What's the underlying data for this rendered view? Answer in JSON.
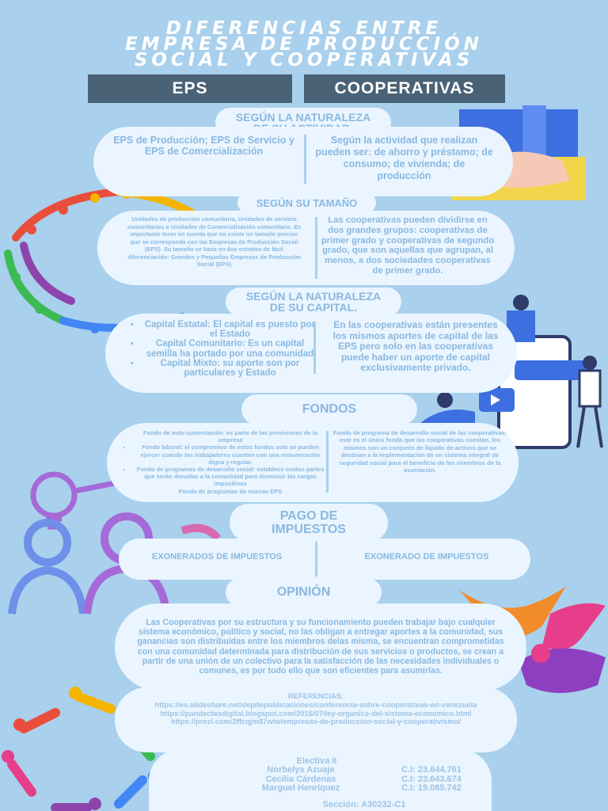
{
  "title": {
    "line1": "DIFERENCIAS ENTRE",
    "line2": "EMPRESA DE PRODUCCIÓN",
    "line3": "SOCIAL Y COOPERATIVAS"
  },
  "headers": {
    "left": "EPS",
    "right": "COOPERATIVAS"
  },
  "sections": {
    "actividad": {
      "label_line1": "SEGÚN LA NATURALEZA",
      "label_line2": "DE SU ACTIVIDAD.",
      "eps": "EPS de Producción; EPS de Servicio y EPS de Comercialización",
      "coop": "Según la actividad que realizan pueden ser: de ahorro y préstamo; de consumo; de vivienda; de producción"
    },
    "tamano": {
      "label": "SEGÚN SU TAMAÑO",
      "eps": "Unidades de producción comunitaria, Unidades de servicio comunitarios o Unidades de Comercialización comunitario. Es importante tener en cuenta que no existe un tamaño preciso que se corresponda con las Empresas de Producción Social (EPS). Su tamaño se basa en dos estratos de fácil diferenciación: Grandes y Pequeñas Empresas de Producción Social (EPS)",
      "coop": "Las cooperativas pueden dividirse en dos grandes grupos: cooperativas de primer grado y cooperativas de segundo grado, que son aquellas que agrupan, al menos, a dos sociedades cooperativas de primer grado."
    },
    "capital": {
      "label_line1": "SEGÚN LA NATURALEZA",
      "label_line2": "DE SU CAPITAL.",
      "eps_items": [
        "Capital Estatal: El capital es puesto por el Estado",
        "Capital Comunitario: Es un capital semilla ha portado por una comunidad",
        "Capital Mixto: su aporte son por particulares y Estado"
      ],
      "coop": "En las cooperativas están presentes los mismos aportes de capital de las EPS pero solo en las cooperativas puede haber un aporte de capital exclusivamente privado."
    },
    "fondos": {
      "label": "FONDOS",
      "eps_items": [
        "Fondo de auto-sustentación: es parte de las previsiones de la empresa",
        "Fondo laboral: el compromiso de estos fondos solo se pueden ejercer cuando los trabajadores cuenten con una remuneración digna y regular.",
        "Fondo de programas de desarrollo social: establece cuotas partes que serán donadas a la comunidad para disminuir las cargas impositivas",
        "Fondo de programas de nuevas EPS"
      ],
      "coop": "Fondo de programa de desarrollo social de las cooperativas: este es el único fondo que las cooperativas cuentan, los mismos son un conjunto de líquido de activos que se destinan a la implementación de un sistema integral de seguridad social para el beneficio de los miembros de la asociación."
    },
    "impuestos": {
      "label_line1": "PAGO DE",
      "label_line2": "IMPUESTOS",
      "eps": "EXONERADOS DE IMPUESTOS",
      "coop": "EXONERADO DE IMPUESTOS"
    },
    "opinion": {
      "label": "OPINIÓN",
      "text": "Las Cooperativas por su estructura y su funcionamiento pueden trabajar bajo cualquier sistema económico, político y social, no las obligan a entregar aportes a la comunidad, sus ganancias son distribuidas entre los miembros delas misma, se encuentran comprometidas con una comunidad determinada para distribución de sus servicios o productos, se crean a partir de una unión de un colectivo para la satisfacción de las necesidades individuales o comunes, es por todo ello que son eficientes para asumirlas."
    }
  },
  "references": {
    "label": "REFERENCIAS:",
    "items": [
      "https://es.slideshare.net/depdepublicaciones/conferencia-sobre-cooperativas-en-venezuela",
      "https://pandectasdigital.blogspot.com/2016/07/ley-organica-del-sistema-economico.html",
      "https://prezi.com/2ffcqjm87wlw/empresas-de-produccion-social-y-cooperativismo/"
    ]
  },
  "credits": {
    "course": "Electiva II",
    "people": [
      {
        "name": "Norbelys Azuaje",
        "ci": "C.I: 23.644.761"
      },
      {
        "name": "Cecilia Cárdenas",
        "ci": "C.I: 23.643.674"
      },
      {
        "name": "Marguel Henríquez",
        "ci": "C.I: 19.085.742"
      }
    ],
    "section": "Sección: A30232-C1"
  },
  "colors": {
    "background": "#a9d0ec",
    "header": "#4a6276",
    "cloud": "#eaf5ff",
    "text": "#8ab8e0"
  },
  "icons": [
    "people-ring-illustration",
    "handshake-illustration",
    "people-on-phone-illustration",
    "lightbulb-illustration",
    "person-icon",
    "dancing-people-illustration",
    "people-circle-illustration"
  ]
}
